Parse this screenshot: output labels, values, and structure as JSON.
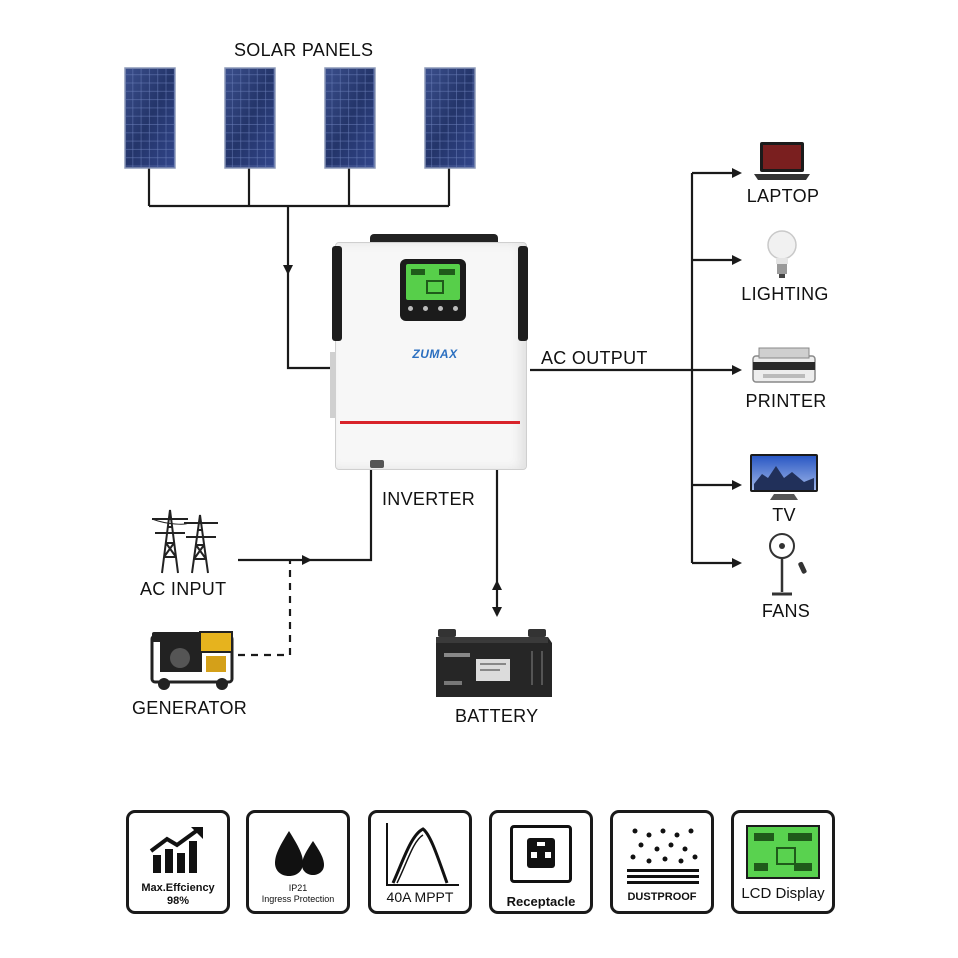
{
  "labels": {
    "solar_panels": "SOLAR PANELS",
    "ac_output": "AC OUTPUT",
    "inverter": "INVERTER",
    "ac_input": "AC INPUT",
    "generator": "GENERATOR",
    "battery": "BATTERY",
    "loads": [
      "LAPTOP",
      "LIGHTING",
      "PRINTER",
      "TV",
      "FANS"
    ]
  },
  "inverter": {
    "brand": "ZUMAX"
  },
  "features": [
    {
      "icon": "bar-chart-arrow-icon",
      "line1": "Max.Effciency",
      "line2": "98%"
    },
    {
      "icon": "water-drops-icon",
      "line1": "IP21",
      "line2": "Ingress Protection"
    },
    {
      "icon": "mppt-curve-icon",
      "line1": "40A MPPT"
    },
    {
      "icon": "socket-icon",
      "line1": "Receptacle"
    },
    {
      "icon": "dust-particles-icon",
      "line1": "DUSTPROOF"
    },
    {
      "icon": "lcd-screen-icon",
      "line1": "LCD Display"
    }
  ],
  "colors": {
    "accent_red": "#d8232a",
    "lcd_green": "#59d24f",
    "panel_blue": "#2c3f78",
    "line": "#1a1a1a"
  }
}
